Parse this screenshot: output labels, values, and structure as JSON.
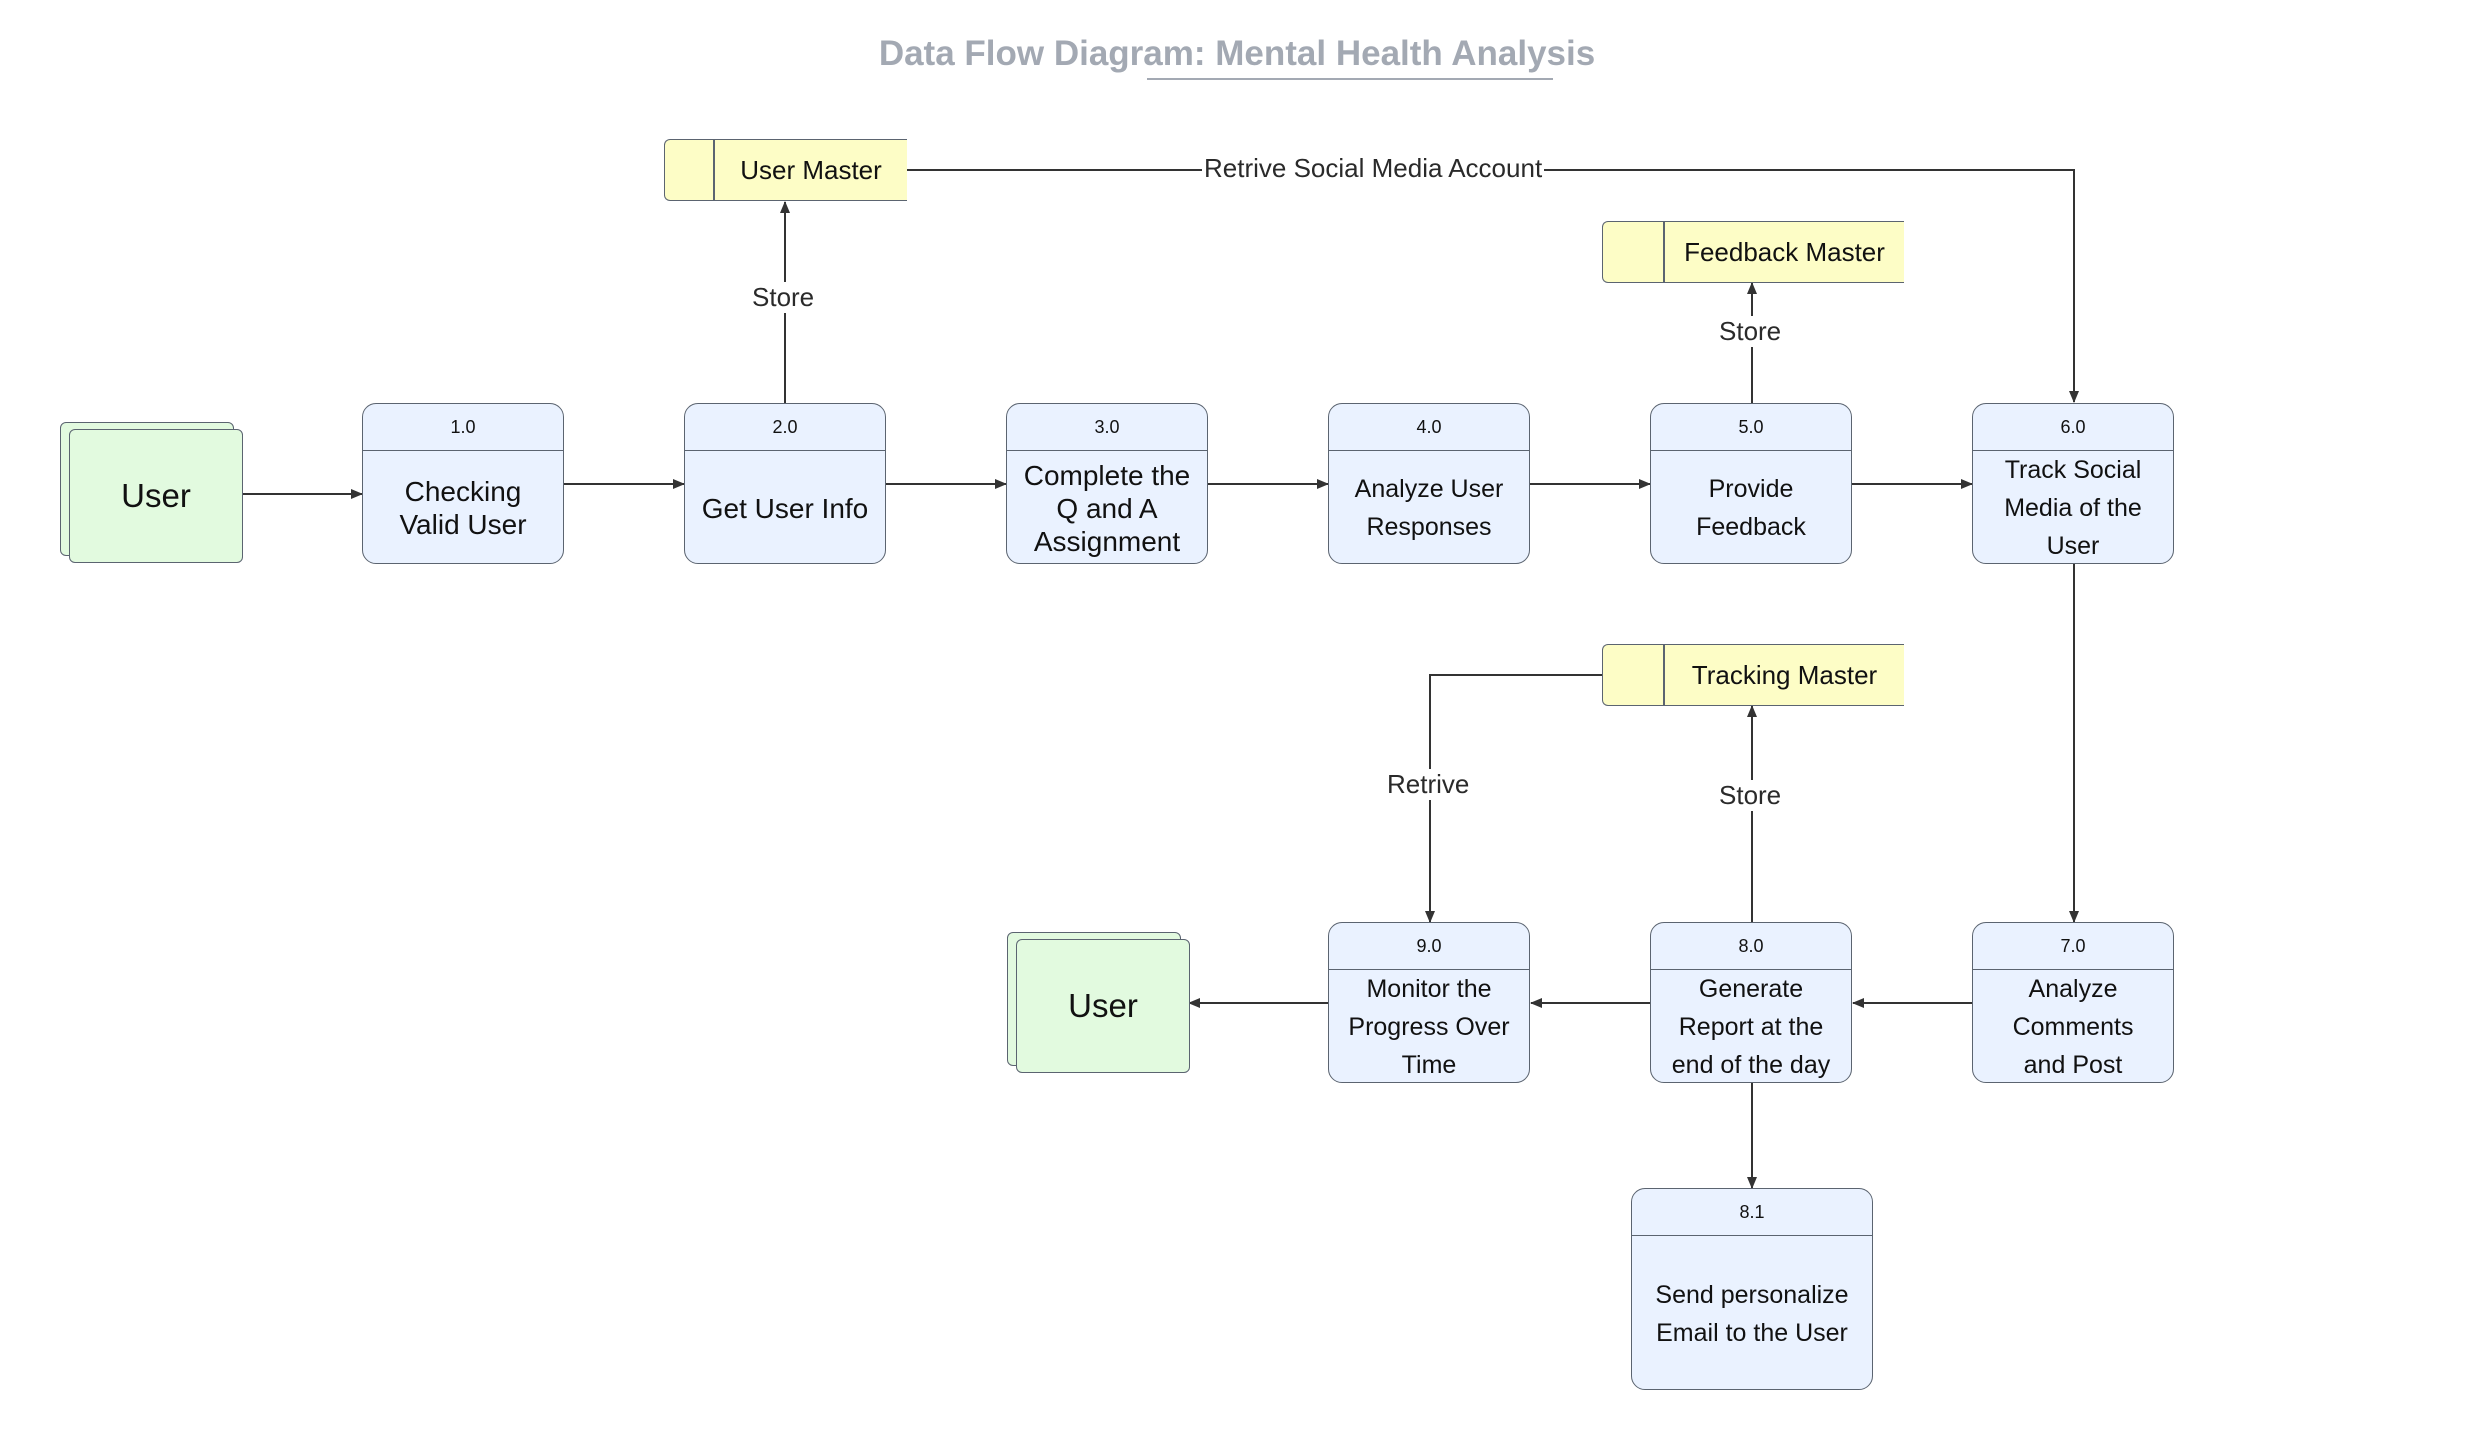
{
  "title": "Data Flow Diagram: Mental Health Analysis",
  "entities": [
    {
      "id": "user_left",
      "label": "User"
    },
    {
      "id": "user_bottom",
      "label": "User"
    }
  ],
  "processes": [
    {
      "id": "p1",
      "number": "1.0",
      "label": "Checking Valid User"
    },
    {
      "id": "p2",
      "number": "2.0",
      "label": "Get User Info"
    },
    {
      "id": "p3",
      "number": "3.0",
      "label": "Complete the Q and A Assignment"
    },
    {
      "id": "p4",
      "number": "4.0",
      "label": "Analyze User Responses"
    },
    {
      "id": "p5",
      "number": "5.0",
      "label": "Provide Feedback"
    },
    {
      "id": "p6",
      "number": "6.0",
      "label": "Track Social Media of the User"
    },
    {
      "id": "p7",
      "number": "7.0",
      "label": "Analyze Comments and Post"
    },
    {
      "id": "p8",
      "number": "8.0",
      "label": "Generate Report at the end of the day"
    },
    {
      "id": "p81",
      "number": "8.1",
      "label": "Send personalize Email to the User"
    },
    {
      "id": "p9",
      "number": "9.0",
      "label": "Monitor the Progress Over Time"
    }
  ],
  "stores": [
    {
      "id": "s_user",
      "label": "User Master"
    },
    {
      "id": "s_feedback",
      "label": "Feedback Master"
    },
    {
      "id": "s_tracking",
      "label": "Tracking Master"
    }
  ],
  "flow_labels": {
    "store_user_master": "Store",
    "retrieve_social": "Retrive Social Media Account",
    "store_feedback": "Store",
    "retrieve_tracking": "Retrive",
    "store_tracking": "Store"
  },
  "colors": {
    "process_fill": "#eaf2ff",
    "entity_fill": "#e2fadf",
    "store_fill": "#fdfdc6",
    "title": "#a3a9b3",
    "line": "#333333"
  }
}
